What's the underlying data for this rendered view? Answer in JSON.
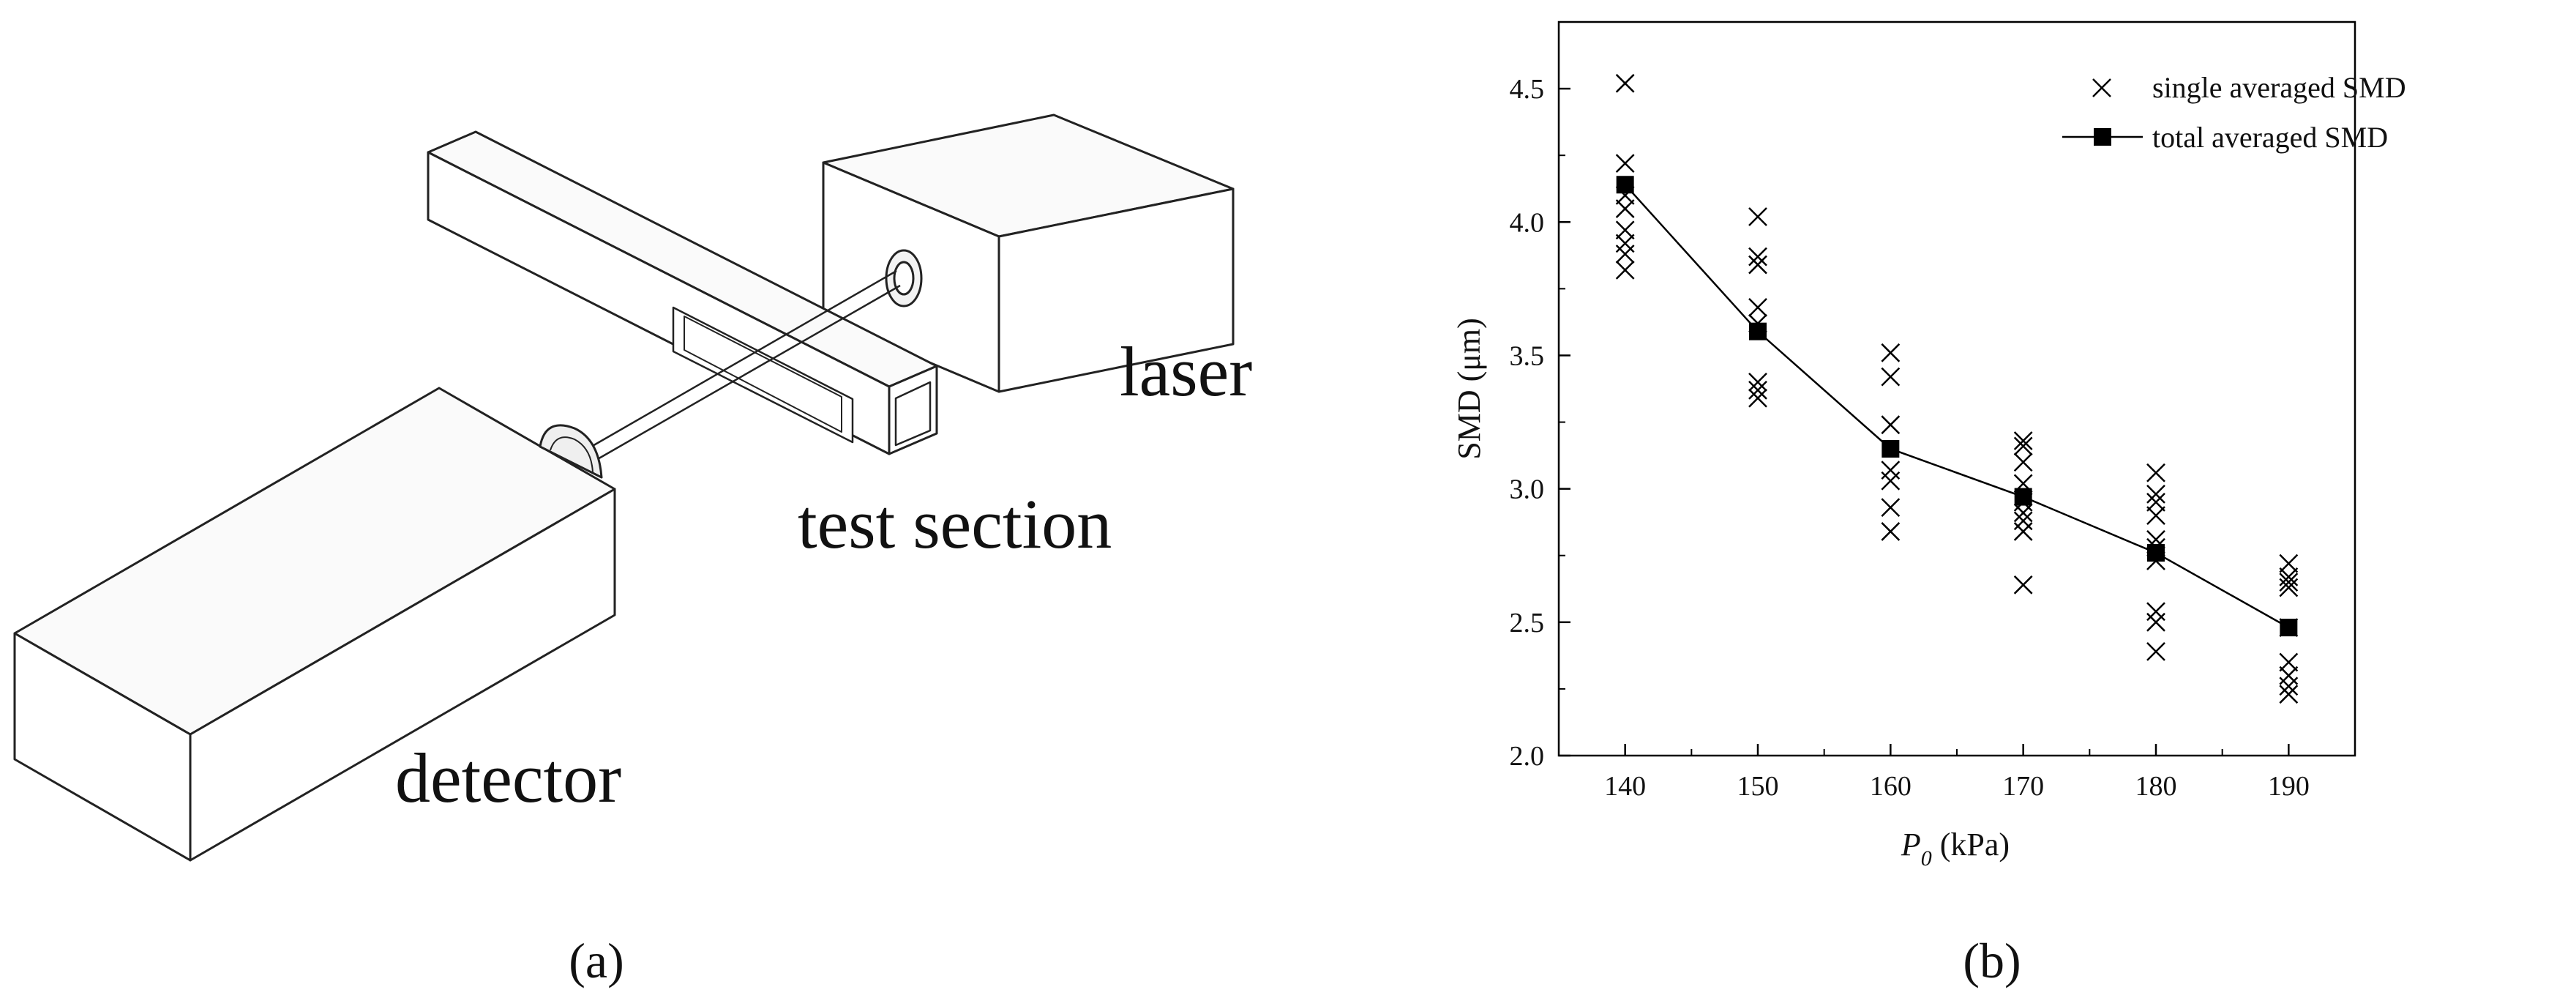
{
  "panel_a": {
    "labels": {
      "laser": "laser",
      "test_section": "test section",
      "detector": "detector"
    },
    "caption": "(a)"
  },
  "panel_b": {
    "caption": "(b)"
  },
  "chart_data": {
    "type": "scatter",
    "title": "",
    "xlabel_symbol": "P",
    "xlabel_subscript": "0",
    "xlabel_unit": " (kPa)",
    "ylabel": "SMD (μm)",
    "xlim": [
      135,
      195
    ],
    "ylim": [
      2.0,
      4.75
    ],
    "x_ticks": [
      140,
      150,
      160,
      170,
      180,
      190
    ],
    "y_ticks": [
      2.0,
      2.5,
      3.0,
      3.5,
      4.0,
      4.5
    ],
    "y_tick_labels": [
      "2.0",
      "2.5",
      "3.0",
      "3.5",
      "4.0",
      "4.5"
    ],
    "legend_position": "top-right",
    "series": [
      {
        "name": "single averaged SMD",
        "marker": "x",
        "points": [
          [
            140,
            4.52
          ],
          [
            140,
            4.22
          ],
          [
            140,
            4.1
          ],
          [
            140,
            4.05
          ],
          [
            140,
            3.97
          ],
          [
            140,
            3.92
          ],
          [
            140,
            3.88
          ],
          [
            140,
            3.82
          ],
          [
            150,
            4.02
          ],
          [
            150,
            3.87
          ],
          [
            150,
            3.84
          ],
          [
            150,
            3.68
          ],
          [
            150,
            3.62
          ],
          [
            150,
            3.4
          ],
          [
            150,
            3.37
          ],
          [
            150,
            3.34
          ],
          [
            160,
            3.51
          ],
          [
            160,
            3.42
          ],
          [
            160,
            3.24
          ],
          [
            160,
            3.07
          ],
          [
            160,
            3.03
          ],
          [
            160,
            2.93
          ],
          [
            160,
            2.84
          ],
          [
            170,
            3.18
          ],
          [
            170,
            3.16
          ],
          [
            170,
            3.1
          ],
          [
            170,
            3.02
          ],
          [
            170,
            2.95
          ],
          [
            170,
            2.91
          ],
          [
            170,
            2.88
          ],
          [
            170,
            2.84
          ],
          [
            170,
            2.64
          ],
          [
            180,
            3.06
          ],
          [
            180,
            2.98
          ],
          [
            180,
            2.95
          ],
          [
            180,
            2.9
          ],
          [
            180,
            2.81
          ],
          [
            180,
            2.78
          ],
          [
            180,
            2.73
          ],
          [
            180,
            2.54
          ],
          [
            180,
            2.5
          ],
          [
            180,
            2.39
          ],
          [
            190,
            2.72
          ],
          [
            190,
            2.67
          ],
          [
            190,
            2.65
          ],
          [
            190,
            2.63
          ],
          [
            190,
            2.48
          ],
          [
            190,
            2.35
          ],
          [
            190,
            2.3
          ],
          [
            190,
            2.26
          ],
          [
            190,
            2.23
          ]
        ]
      },
      {
        "name": "total averaged SMD",
        "marker": "square",
        "line": true,
        "points": [
          [
            140,
            4.14
          ],
          [
            150,
            3.59
          ],
          [
            160,
            3.15
          ],
          [
            170,
            2.97
          ],
          [
            180,
            2.76
          ],
          [
            190,
            2.48
          ]
        ]
      }
    ]
  }
}
